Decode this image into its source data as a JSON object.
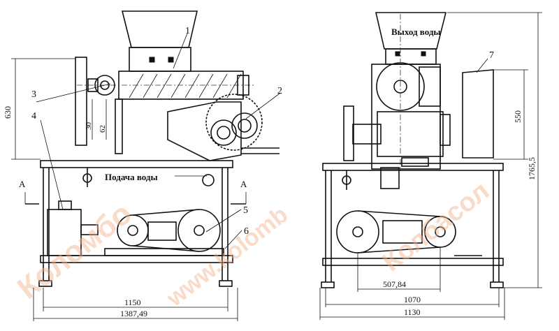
{
  "callouts": [
    "1",
    "2",
    "3",
    "4",
    "5",
    "6",
    "7"
  ],
  "labels": {
    "water_in": "Подача воды",
    "water_out": "Выход воды",
    "section_a_left": "А",
    "section_a_right": "А"
  },
  "dimensions": {
    "height_630": "630",
    "dim_30": "30",
    "dim_62": "62",
    "width_1150": "1150",
    "width_1387": "1387,49",
    "dim_550": "550",
    "height_1765": "1765,5",
    "dim_507": "507,84",
    "width_1070": "1070",
    "width_1130": "1130"
  },
  "watermarks": [
    "Коломбо",
    "www.kolomb",
    "Колбасол"
  ],
  "colors": {
    "line": "#111111",
    "watermark": "#f2b088",
    "background": "#ffffff"
  }
}
